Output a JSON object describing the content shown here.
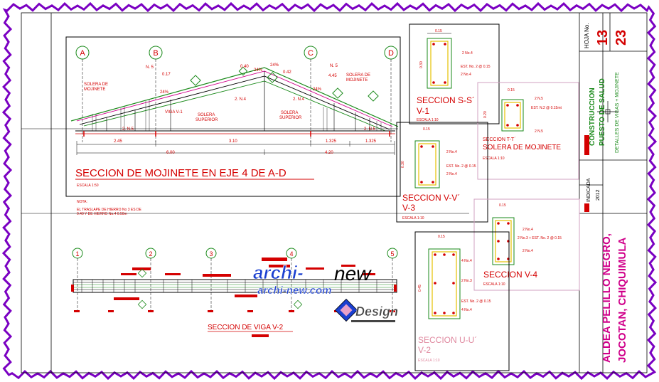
{
  "colors": {
    "frame": "#7a00c2",
    "line": "#000000",
    "red": "#d40000",
    "green": "#1a8a1a",
    "magenta": "#d0008a",
    "yellow": "#e6c200",
    "cyan": "#00a5c8",
    "blue_logo": "#1a3fd0"
  },
  "title_block": {
    "sheet_label": "HOJA No.",
    "sheet_no": "13",
    "sheet_total": "23",
    "project_type": "CONSTRUCCION",
    "project_name": "PUESTO DE SALUD",
    "drawing_desc": "DETALLES DE VIGAS + MOJINETE",
    "scale": "INDICADA",
    "year": "2012",
    "location_1": "ALDEA PELILLO NEGRO,",
    "location_2": "JOCOTAN, CHIQUIMULA"
  },
  "mojinete": {
    "title": "SECCION DE MOJINETE EN EJE 4 DE A-D",
    "scale": "ESCALA 1:50",
    "axes": [
      "A",
      "B",
      "C",
      "D"
    ],
    "note_label": "NOTA:",
    "note_1": "EL TRASLAPE DE HIERRO No 3 ES DE",
    "note_2": "0.40 Y DE HIERRO No.4 0.50m",
    "dims_bottom": [
      "2.45",
      "3.10",
      "1.325",
      "1.325"
    ],
    "dims_total": [
      "6.00",
      "4.20"
    ],
    "callouts": {
      "solera_mojinete_l": "SOLERA DE",
      "solera_mojinete_l2": "MOJINETE",
      "solera_mojinete_r": "SOLERA DE",
      "solera_mojinete_r2": "MOJINETE",
      "viga_v1": "VIGA V-1",
      "solera_sup_l": "SOLERA",
      "solera_sup_l2": "SUPERIOR",
      "solera_sup_r": "SOLERA",
      "solera_sup_r2": "SUPERIOR",
      "n5_l": "N. 5",
      "n5_r": "N. 5",
      "bar_2n4_mid": "2. N.4",
      "bar_2n4_right": "2. N.4",
      "bar_2n5_left": "2. N.5",
      "bar_2n5_right": "2. N.5",
      "slope_1": "24%",
      "slope_2": "24%",
      "slope_3": "24%",
      "slope_4": "24%",
      "dim_017": "0.17",
      "dim_040": "0.40",
      "dim_042": "0.42",
      "dim_445": "4.45"
    }
  },
  "viga_v2": {
    "title": "SECCION DE VIGA V-2",
    "axes": [
      "1",
      "2",
      "3",
      "4",
      "5"
    ]
  },
  "sections": {
    "s_s": {
      "title_1": "SECCION S-S´",
      "title_2": "V-1",
      "scale": "ESCALA 1:10",
      "width": "0.15",
      "height": "0.30",
      "bar_top": "2 No.4",
      "stirrup": "EST. No. 2 @ 0.15",
      "bar_bottom": "2 No.4"
    },
    "t_t": {
      "title_1": "SECCION T-T´",
      "title_2": "SOLERA DE MOJINETE",
      "scale": "ESCALA 1:10",
      "width": "0.15",
      "height": "0.20",
      "bar_top": "2 N.5",
      "stirrup": "EST. N.2 @ 0.15mt",
      "bar_bottom": "2 N.5"
    },
    "v_v": {
      "title_1": "SECCION V-V´",
      "title_2": "V-3",
      "scale": "ESCALA 1:10",
      "width": "0.15",
      "height": "0.30",
      "bar_top": "2 No.4",
      "stirrup": "EST. No. 2 @ 0.15",
      "bar_bottom": "2 No.4"
    },
    "v4": {
      "title_1": "SECCION V-4",
      "scale": "ESCALA 1:10",
      "width": "0.15",
      "bar_top": "2 No.4",
      "stirrup": "2 No.3 + EST. No. 2 @ 0.15",
      "bar_bottom": "2 No.4"
    },
    "u_u": {
      "title_1": "SECCION U-U´",
      "title_2": "V-2",
      "scale": "ESCALA 1:10",
      "width": "0.15",
      "height": "0.45",
      "bar_top": "4 No.4",
      "bar_mid": "2 No.3",
      "stirrup": "EST. No. 2 @ 0.15",
      "bar_bottom": "4 No.4"
    }
  },
  "watermark": {
    "logo_1": "archi-",
    "logo_2": "new",
    "url": "archi-new.com",
    "brand": "Design"
  }
}
